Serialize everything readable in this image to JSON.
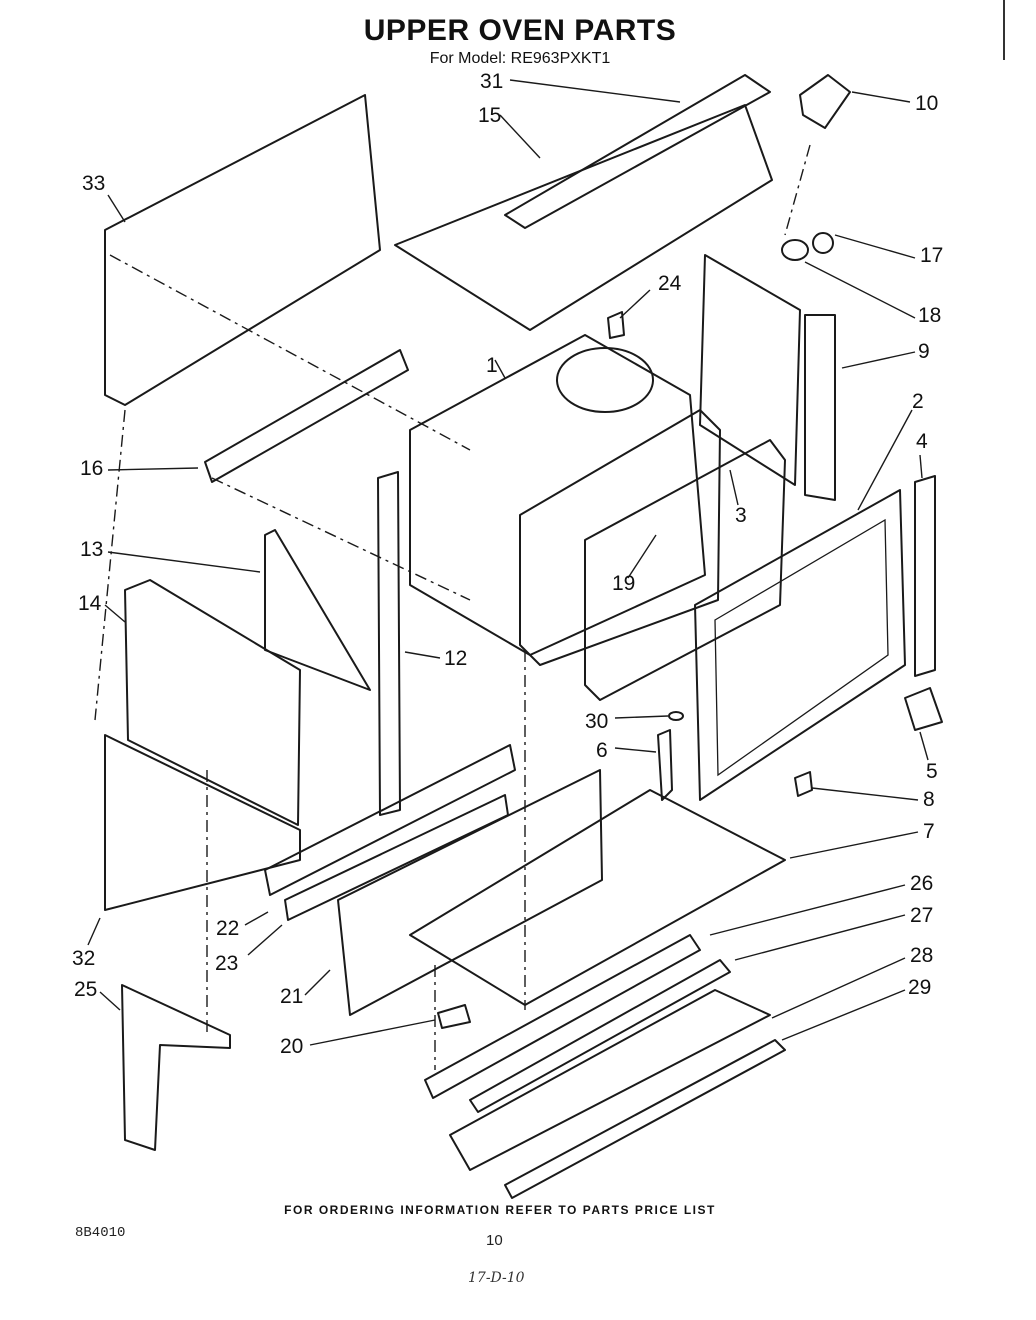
{
  "header": {
    "title": "UPPER OVEN PARTS",
    "model_line": "For Model: RE963PXKT1"
  },
  "footer": {
    "ordering_note": "FOR ORDERING INFORMATION REFER TO PARTS PRICE LIST",
    "code": "8B4010",
    "page_number": "10",
    "handwritten_note": "17-D-10"
  },
  "callouts": [
    "31",
    "15",
    "10",
    "33",
    "17",
    "24",
    "18",
    "1",
    "9",
    "2",
    "4",
    "16",
    "3",
    "13",
    "14",
    "19",
    "12",
    "30",
    "5",
    "6",
    "8",
    "7",
    "26",
    "22",
    "27",
    "23",
    "32",
    "28",
    "25",
    "29",
    "21",
    "20"
  ]
}
